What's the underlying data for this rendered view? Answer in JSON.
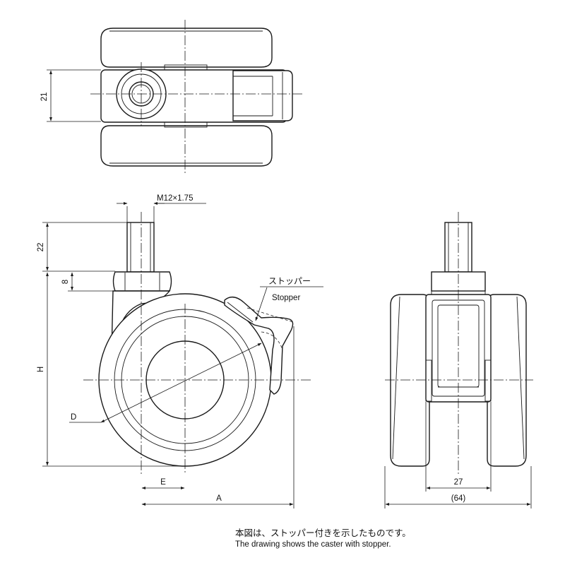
{
  "labels": {
    "dim_21": "21",
    "thread": "M12×1.75",
    "dim_22": "22",
    "dim_8": "8",
    "stopper_jp": "ストッパー",
    "stopper_en": "Stopper",
    "dim_H": "H",
    "dim_D": "D",
    "dim_E": "E",
    "dim_A": "A",
    "dim_27": "27",
    "dim_64": "(64)"
  },
  "note": {
    "jp": "本図は、ストッパー付きを示したものです。",
    "en": "The drawing shows the caster with stopper."
  },
  "colors": {
    "line": "#1a1a1a",
    "background": "#ffffff"
  }
}
